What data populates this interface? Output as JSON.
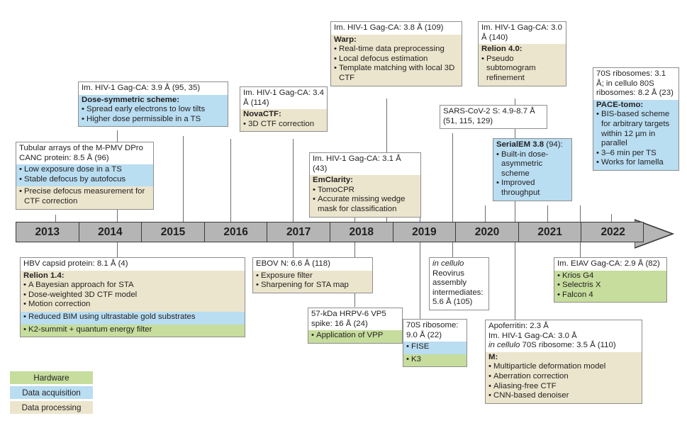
{
  "timeline": {
    "years": [
      "2013",
      "2014",
      "2015",
      "2016",
      "2017",
      "2018",
      "2019",
      "2020",
      "2021",
      "2022"
    ]
  },
  "legend": {
    "hardware": "Hardware",
    "data_acquisition": "Data acquisition",
    "data_processing": "Data processing"
  },
  "cards": {
    "tubular": {
      "header": "Tubular arrays of the M-PMV DPro CANC protein: 8.5 Å (96)",
      "blue": [
        "Low exposure dose in a TS",
        "Stable defocus by autofocus"
      ],
      "beige": [
        "Precise defocus measurement for CTF correction"
      ]
    },
    "dose_symmetric": {
      "header": "Im. HIV-1 Gag-CA: 3.9 Å (95, 35)",
      "title": "Dose-symmetric scheme:",
      "items": [
        "Spread early electrons to low tilts",
        "Higher dose permissible in a TS"
      ]
    },
    "novactf": {
      "header": "Im. HIV-1 Gag-CA: 3.4 Å (114)",
      "title": "NovaCTF:",
      "items": [
        "3D CTF correction"
      ]
    },
    "emclarity": {
      "header": "Im. HIV-1 Gag-CA: 3.1 Å (43)",
      "title": "EmClarity:",
      "items": [
        "TomoCPR",
        "Accurate missing wedge mask for classification"
      ]
    },
    "warp": {
      "header": "Im. HIV-1 Gag-CA: 3.8 Å (109)",
      "title": "Warp:",
      "items": [
        "Real-time data preprocessing",
        "Local defocus estimation",
        "Template matching with local 3D CTF"
      ]
    },
    "relion40": {
      "header": "Im. HIV-1 Gag-CA: 3.0 Å (140)",
      "title": "Relion 4.0:",
      "items": [
        "Pseudo subtomogram refinement"
      ]
    },
    "sars": {
      "header": "SARS-CoV-2 S: 4.9-8.7 Å (51, 115, 129)"
    },
    "serialem": {
      "title_bold": "SerialEM 3.8",
      "title_rest": " (94):",
      "items": [
        "Built-in dose-asymmetric scheme",
        "Improved throughput"
      ]
    },
    "pace": {
      "header": "70S ribosomes: 3.1 Å; in cellulo 80S ribosomes: 8.2 Å (23)",
      "title": "PACE-tomo:",
      "items": [
        "BIS-based scheme for arbitrary targets within 12 µm in parallel",
        "3–6 min per TS",
        "Works for lamella"
      ]
    },
    "relion14": {
      "header": "HBV capsid protein: 8.1 Å (4)",
      "title": "Relion 1.4:",
      "beige_items": [
        "A Bayesian approach for STA",
        "Dose-weighted 3D CTF model",
        "Motion correction"
      ],
      "blue_items": [
        "Reduced BIM using ultrastable gold substrates"
      ],
      "green_items": [
        "K2-summit + quantum energy filter"
      ]
    },
    "ebov": {
      "header": "EBOV N: 6.6 Å (118)",
      "items": [
        "Exposure filter",
        "Sharpening for STA map"
      ]
    },
    "hrpv6": {
      "header": "57-kDa HRPV-6 VP5 spike: 16 Å (24)",
      "items": [
        "Application of VPP"
      ]
    },
    "reovirus": {
      "header_italic": "in cellulo",
      "header_rest": " Reovirus assembly intermediates: 5.6 Å (105)"
    },
    "ribosome70s": {
      "header": "70S ribosome: 9.0 Å (22)",
      "blue_items": [
        "FISE"
      ],
      "green_items": [
        "K3"
      ]
    },
    "eiav": {
      "header": "Im. EIAV Gag-CA: 2.9 Å (82)",
      "items": [
        "Krios G4",
        "Selectris X",
        "Falcon 4"
      ]
    },
    "m_software": {
      "line1": "Apoferritin: 2.3 Å",
      "line2": "Im. HIV-1 Gag-CA: 3.0 Å",
      "line3_italic": "in cellulo",
      "line3_rest": " 70S ribosome: 3.5 Å (110)",
      "title": "M:",
      "items": [
        "Multiparticle deformation model",
        "Aberration correction",
        "Aliasing-free CTF",
        "CNN-based denoiser"
      ]
    }
  },
  "colors": {
    "hardware": "#c6dd9d",
    "data_acquisition": "#b9ddf1",
    "data_processing": "#ece5cd",
    "axis": "#b5b5b5",
    "border": "#8d8d8d"
  }
}
